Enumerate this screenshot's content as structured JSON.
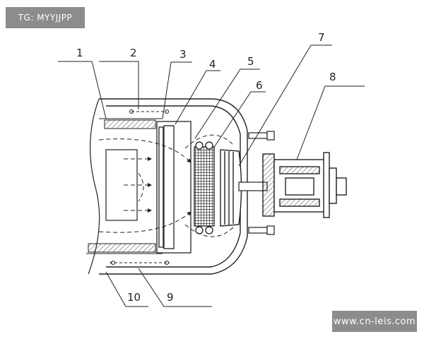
{
  "watermark_top": "TG: MYYJJPP",
  "watermark_bottom": "www.cn-leis.com",
  "callouts": [
    "1",
    "2",
    "3",
    "4",
    "5",
    "6",
    "7",
    "8",
    "9",
    "10"
  ],
  "colors": {
    "line": "#222222",
    "tag_bg": "#8c8c8c",
    "tag_text": "#ffffff"
  }
}
